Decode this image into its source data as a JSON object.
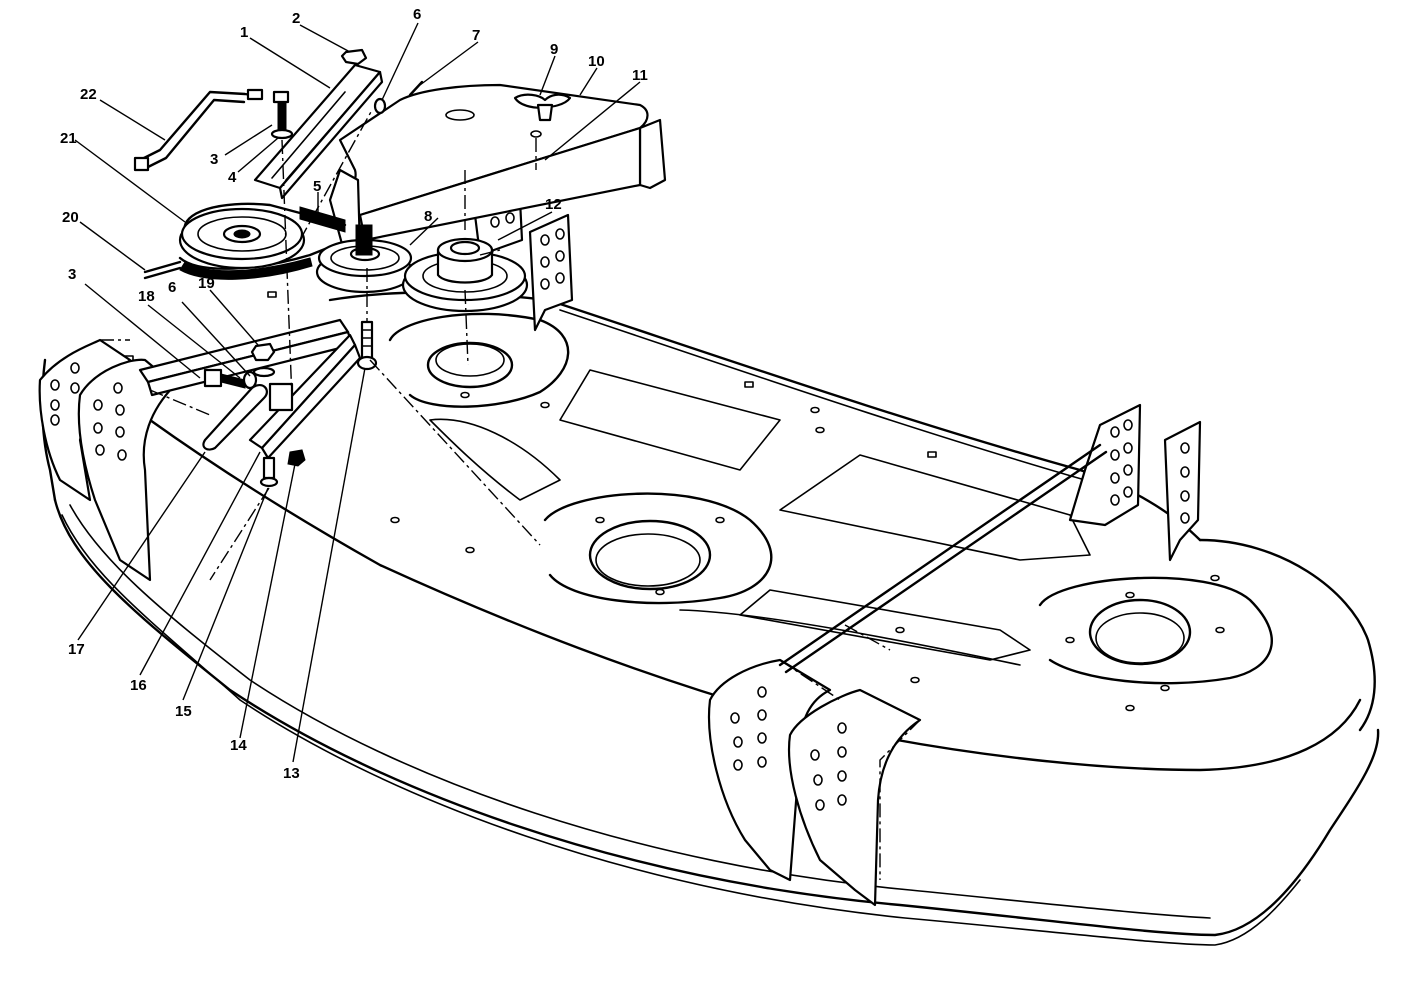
{
  "callouts": [
    {
      "id": "c1",
      "label": "1"
    },
    {
      "id": "c2",
      "label": "2"
    },
    {
      "id": "c3a",
      "label": "3"
    },
    {
      "id": "c3b",
      "label": "3"
    },
    {
      "id": "c4",
      "label": "4"
    },
    {
      "id": "c5",
      "label": "5"
    },
    {
      "id": "c6a",
      "label": "6"
    },
    {
      "id": "c6b",
      "label": "6"
    },
    {
      "id": "c7",
      "label": "7"
    },
    {
      "id": "c8",
      "label": "8"
    },
    {
      "id": "c9",
      "label": "9"
    },
    {
      "id": "c10",
      "label": "10"
    },
    {
      "id": "c11",
      "label": "11"
    },
    {
      "id": "c12",
      "label": "12"
    },
    {
      "id": "c13",
      "label": "13"
    },
    {
      "id": "c14",
      "label": "14"
    },
    {
      "id": "c15",
      "label": "15"
    },
    {
      "id": "c16",
      "label": "16"
    },
    {
      "id": "c17",
      "label": "17"
    },
    {
      "id": "c18",
      "label": "18"
    },
    {
      "id": "c19",
      "label": "19"
    },
    {
      "id": "c20",
      "label": "20"
    },
    {
      "id": "c21",
      "label": "21"
    },
    {
      "id": "c22",
      "label": "22"
    }
  ]
}
